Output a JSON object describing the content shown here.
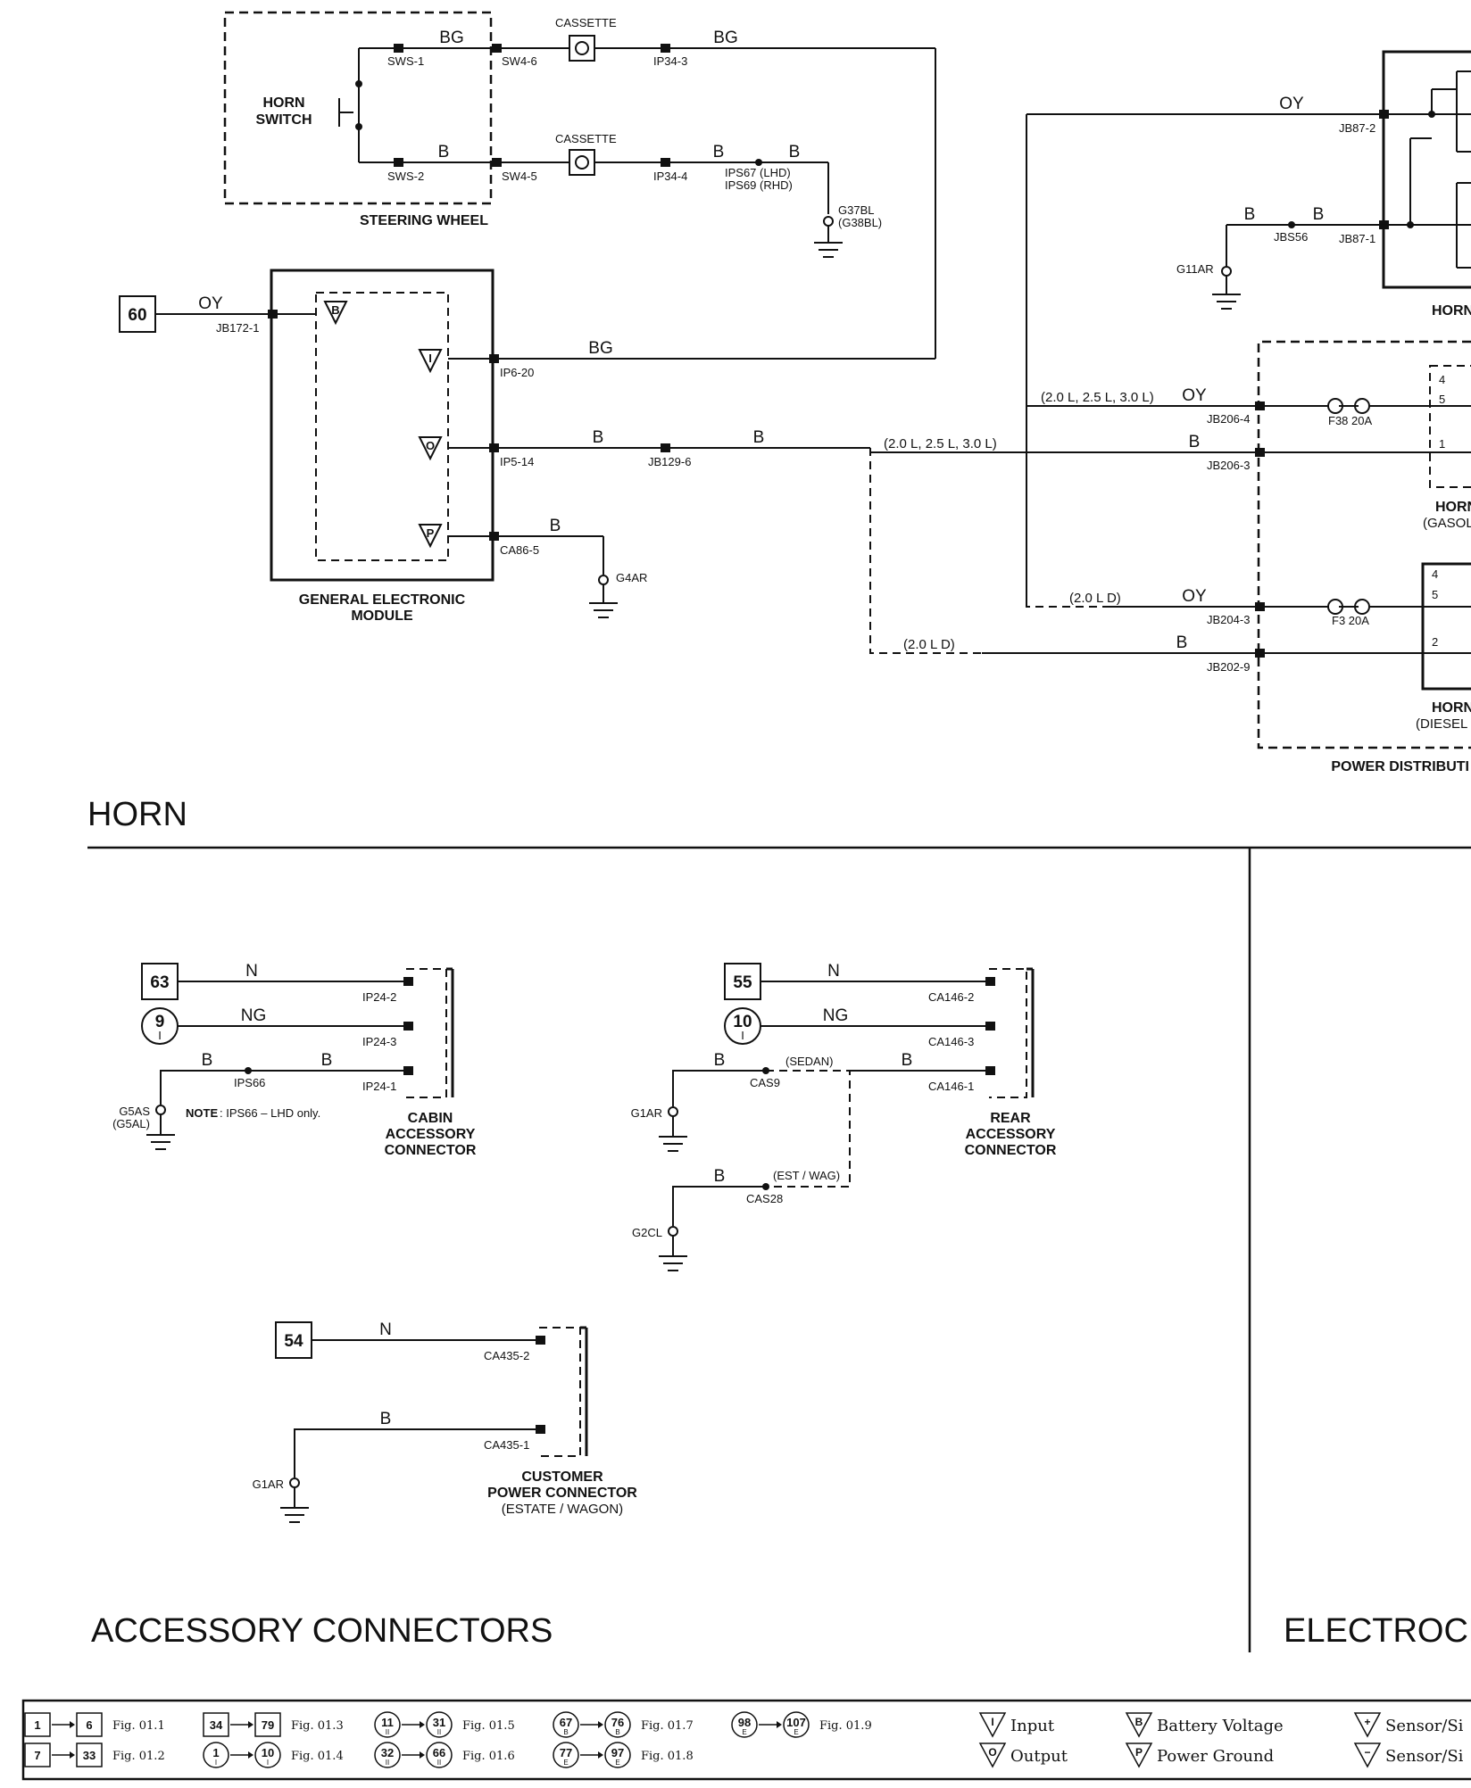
{
  "horn": {
    "title": "HORN",
    "steering_wheel": "STEERING WHEEL",
    "horn_switch": [
      "HORN",
      "SWITCH"
    ],
    "cassette": "CASSETTE",
    "gem": [
      "GENERAL ELECTRONIC",
      "MODULE"
    ],
    "horn_relay": "HORN",
    "power_distribution": "POWER DISTRIBUTI",
    "horn_gasoline": [
      "HORN",
      "(GASOLIN"
    ],
    "horn_diesel": [
      "HORN",
      "(DIESEL"
    ],
    "ref_60": "60",
    "variant_a": "(2.0 L, 2.5 L, 3.0 L)",
    "variant_b": "(2.0 L, 2.5 L, 3.0 L)",
    "variant_c": "(2.0 L D)",
    "variant_d": "(2.0 L D)",
    "fuse_f38": "F38 20A",
    "fuse_f3": "F3 20A",
    "ips67": "IPS67 (LHD)",
    "ips69": "IPS69 (RHD)",
    "g37bl": "G37BL",
    "g38bl": "(G38BL)",
    "pins": {
      "sws1": "SWS-1",
      "sws2": "SWS-2",
      "sw46": "SW4-6",
      "sw45": "SW4-5",
      "ip343": "IP34-3",
      "ip344": "IP34-4",
      "jb1721": "JB172-1",
      "ip620": "IP6-20",
      "ip514": "IP5-14",
      "jb1296": "JB129-6",
      "ca865": "CA86-5",
      "g4ar": "G4AR",
      "jb872": "JB87-2",
      "jb871": "JB87-1",
      "jbs56": "JBS56",
      "g11ar": "G11AR",
      "jb2064": "JB206-4",
      "jb2063": "JB206-3",
      "jb2043": "JB204-3",
      "jb2029": "JB202-9",
      "p4": "4",
      "p5": "5",
      "p1": "1",
      "p4b": "4",
      "p5b": "5",
      "p2": "2"
    },
    "gem_symbols": {
      "b": "B",
      "i": "I",
      "o": "O",
      "p": "P"
    },
    "colors": {
      "bg1": "BG",
      "bg2": "BG",
      "b1": "B",
      "b2": "B",
      "b3": "B",
      "oy1": "OY",
      "bg3": "BG",
      "b4": "B",
      "b5": "B",
      "b6": "B",
      "oy2": "OY",
      "b7": "B",
      "b8": "B",
      "oy3": "OY",
      "b9": "B",
      "oy4": "OY",
      "b10": "B"
    }
  },
  "accessory": {
    "title": "ACCESSORY CONNECTORS",
    "cabin": {
      "name": [
        "CABIN",
        "ACCESSORY",
        "CONNECTOR"
      ],
      "ref_63": "63",
      "ref_9": "9",
      "ref_9_sub": "I",
      "c_n": "N",
      "c_ng": "NG",
      "c_b1": "B",
      "c_b2": "B",
      "pin_2": "IP24-2",
      "pin_3": "IP24-3",
      "pin_1": "IP24-1",
      "splice": "IPS66",
      "ground": [
        "G5AS",
        "(G5AL)"
      ],
      "note_label": "NOTE",
      "note_text": ": IPS66 – LHD only."
    },
    "rear": {
      "name": [
        "REAR",
        "ACCESSORY",
        "CONNECTOR"
      ],
      "ref_55": "55",
      "ref_10": "10",
      "ref_10_sub": "I",
      "c_n": "N",
      "c_ng": "NG",
      "c_b1": "B",
      "c_b2": "B",
      "c_b3": "B",
      "pin_2": "CA146-2",
      "pin_3": "CA146-3",
      "pin_1": "CA146-1",
      "cas9": "CAS9",
      "cas28": "CAS28",
      "sedan": "(SEDAN)",
      "est_wag": "(EST / WAG)",
      "g1ar": "G1AR",
      "g2cl": "G2CL"
    },
    "customer": {
      "name": [
        "CUSTOMER",
        "POWER CONNECTOR"
      ],
      "sub": "(ESTATE / WAGON)",
      "ref_54": "54",
      "c_n": "N",
      "c_b": "B",
      "pin_2": "CA435-2",
      "pin_1": "CA435-1",
      "g1ar": "G1AR"
    }
  },
  "electro": {
    "title": "ELECTROCH"
  },
  "legend": {
    "refs": [
      {
        "a": "1",
        "b": "6",
        "fig": "Fig. 01.1",
        "shape": "square"
      },
      {
        "a": "7",
        "b": "33",
        "fig": "Fig. 01.2",
        "shape": "square"
      },
      {
        "a": "34",
        "b": "79",
        "fig": "Fig. 01.3",
        "shape": "square"
      },
      {
        "a": "1",
        "b": "10",
        "fig": "Fig. 01.4",
        "shape": "circle",
        "sub": "I"
      },
      {
        "a": "11",
        "b": "31",
        "fig": "Fig. 01.5",
        "shape": "circle",
        "sub": "II"
      },
      {
        "a": "32",
        "b": "66",
        "fig": "Fig. 01.6",
        "shape": "circle",
        "sub": "II"
      },
      {
        "a": "67",
        "b": "76",
        "fig": "Fig. 01.7",
        "shape": "circle",
        "sub": "B"
      },
      {
        "a": "77",
        "b": "97",
        "fig": "Fig. 01.8",
        "shape": "circle",
        "sub": "E"
      },
      {
        "a": "98",
        "b": "107",
        "fig": "Fig. 01.9",
        "shape": "circle",
        "sub": "E"
      }
    ],
    "symbols": [
      {
        "glyph": "I",
        "label": "Input"
      },
      {
        "glyph": "O",
        "label": "Output"
      },
      {
        "glyph": "B",
        "label": "Battery Voltage"
      },
      {
        "glyph": "P",
        "label": "Power Ground"
      },
      {
        "glyph": "+",
        "label": "Sensor/Si"
      },
      {
        "glyph": "−",
        "label": "Sensor/Si"
      }
    ]
  }
}
